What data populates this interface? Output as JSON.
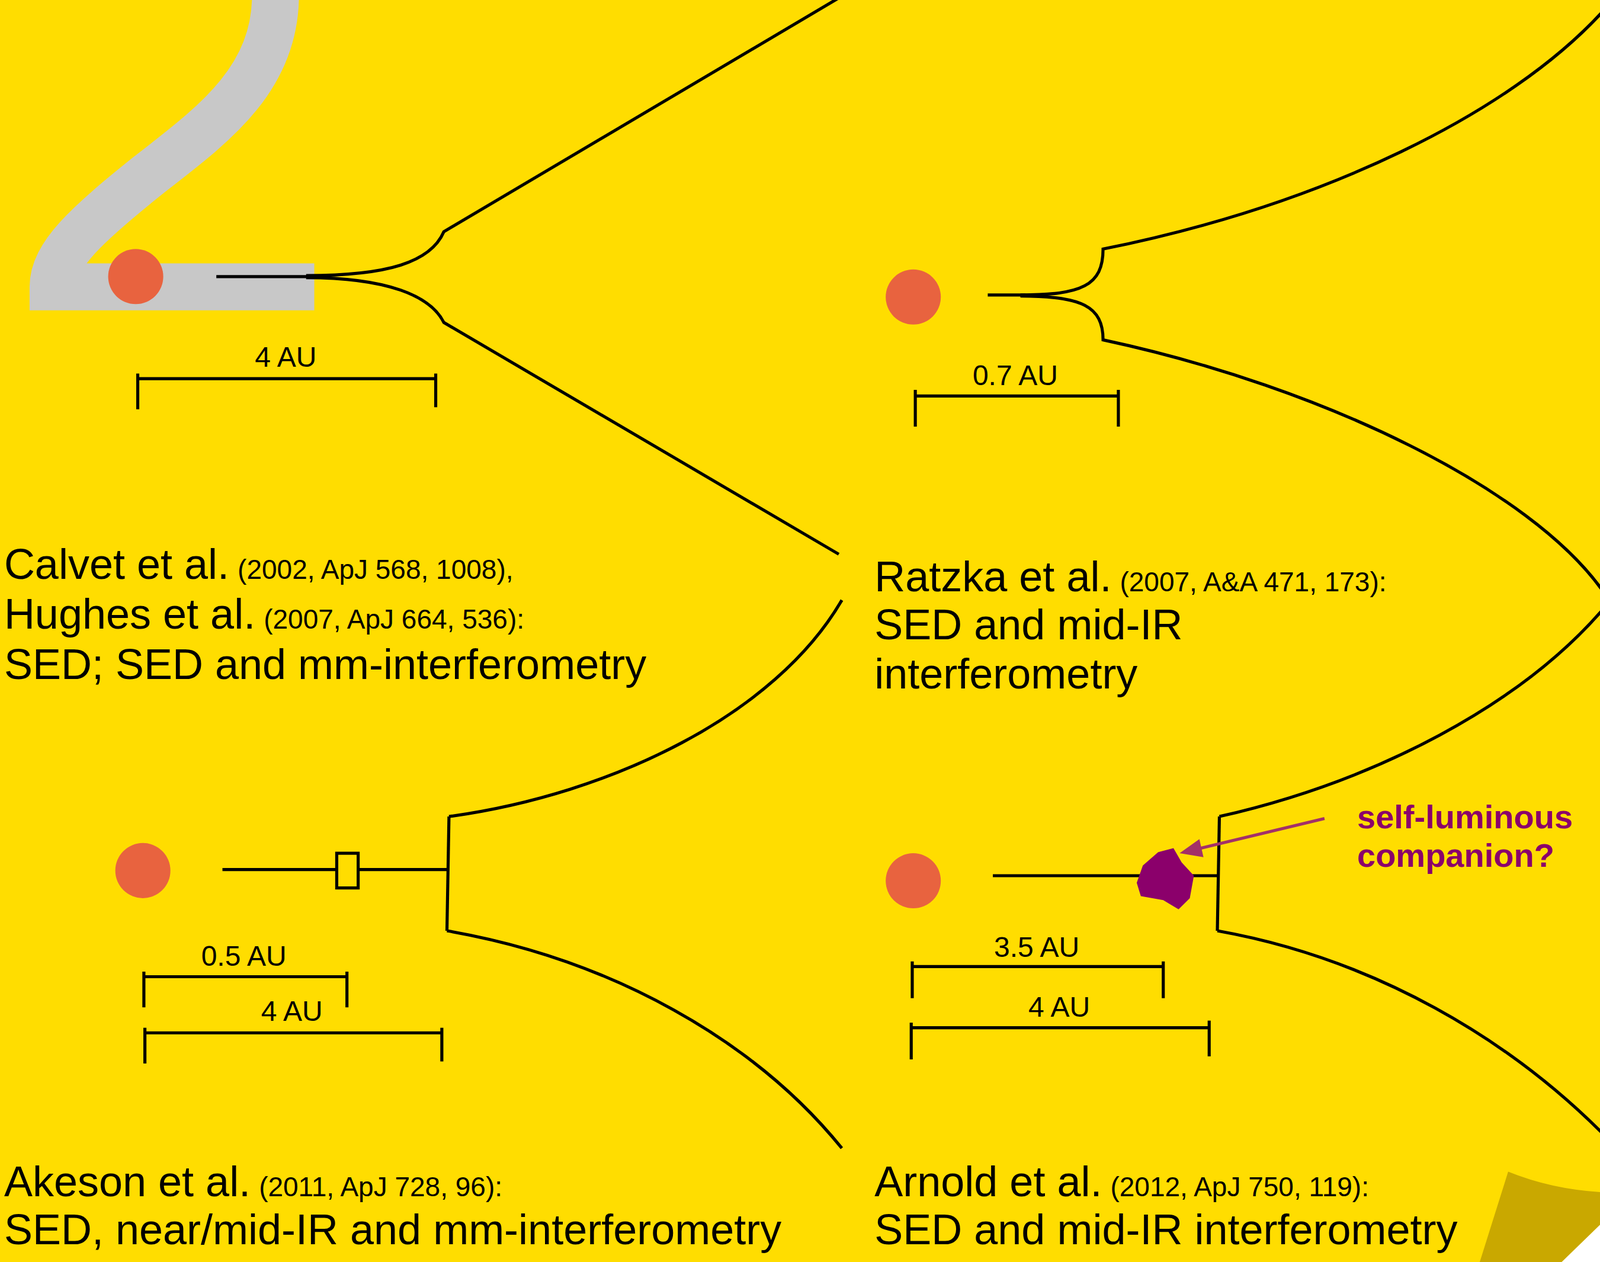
{
  "diagram": {
    "labels": [
      "4 AU",
      "Calvet et al.",
      "(2002, ApJ 568, 1008),",
      "Hughes et al.",
      "(2007, ApJ 664, 536):",
      "SED; SED and mm-interferometry",
      "0.7 AU",
      "Ratzka et al.",
      "(2007, A&A 471, 173):",
      "SED and mid-IR interferometry",
      "0.5 AU",
      "4 AU",
      "Akeson et al.",
      "(2011, ApJ 728, 96):",
      "SED, near/mid-IR and mm-interferometry",
      "self-luminous companion?",
      "3.5 AU",
      "4 AU",
      "Arnold et al.",
      "(2012, ApJ 750, 119):",
      "SED and mid-IR interferometry"
    ]
  }
}
